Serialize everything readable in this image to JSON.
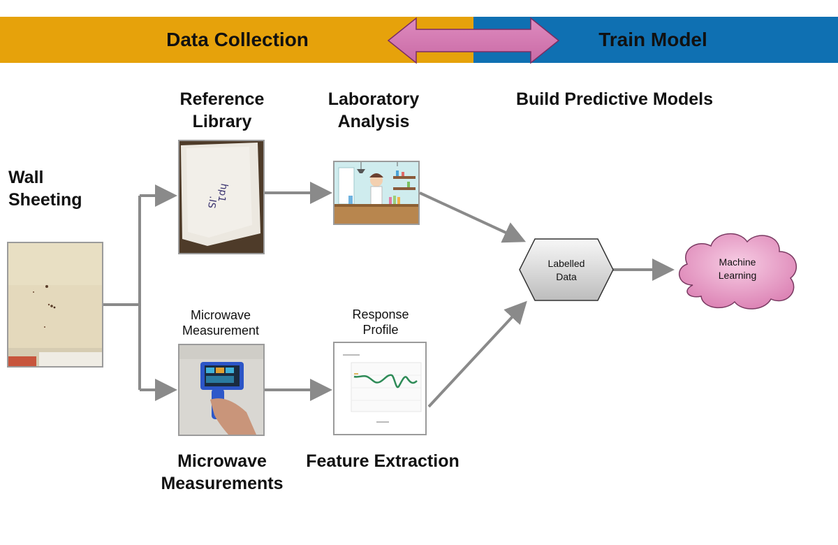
{
  "banner": {
    "left_title": "Data Collection",
    "right_title": "Train Model",
    "left_color": "#e6a20b",
    "right_color": "#0f70b2",
    "arrow_color": "#d17ab0"
  },
  "headings": {
    "wall_sheeting": [
      "Wall",
      "Sheeting"
    ],
    "reference_library": [
      "Reference",
      "Library"
    ],
    "laboratory_analysis": [
      "Laboratory",
      "Analysis"
    ],
    "build_models": "Build Predictive Models",
    "microwave_measurements": [
      "Microwave",
      "Measurements"
    ],
    "feature_extraction": "Feature Extraction"
  },
  "captions": {
    "microwave_measurement": [
      "Microwave",
      "Measurement"
    ],
    "response_profile": [
      "Response",
      "Profile"
    ]
  },
  "nodes": {
    "labelled_data": [
      "Labelled",
      "Data"
    ],
    "machine_learning": [
      "Machine",
      "Learning"
    ]
  },
  "colors": {
    "arrow_gray": "#8a8a8a",
    "cloud_pink": "#e58fbf",
    "hex_gray": "#cfcfcf"
  }
}
